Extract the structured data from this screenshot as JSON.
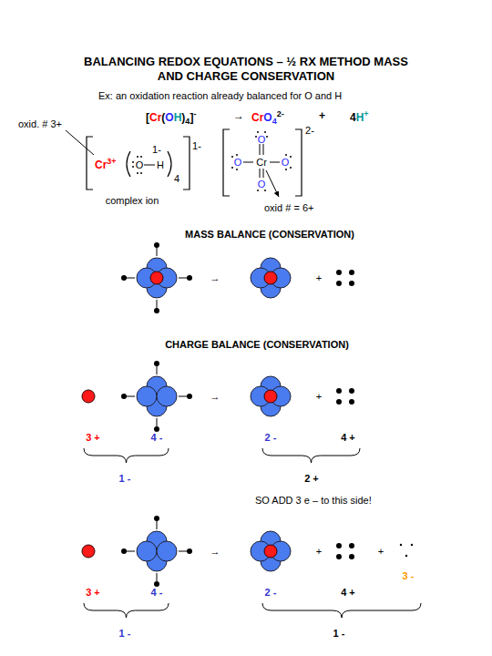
{
  "diagram": {
    "title": "BALANCING REDOX EQUATIONS – ½ RX METHOD MASS AND CHARGE CONSERVATION",
    "labels": [
      "Ex:  an oxidation reaction already balanced for O and H",
      "[",
      "Cr",
      "(",
      "O",
      "H",
      ")",
      "4",
      "]",
      "-",
      "→",
      "Cr",
      "O",
      "4",
      "2-",
      "+",
      "4",
      "H",
      "+",
      "oxid. # 3+",
      "Cr",
      "3+",
      "O",
      "H",
      "1-",
      "4",
      "1-",
      "complex ion",
      "O",
      "O",
      "Cr",
      "O",
      "O",
      "2-",
      "oxid # = 6+",
      "MASS BALANCE (CONSERVATION)",
      "→",
      "+",
      "CHARGE BALANCE (CONSERVATION)",
      "→",
      "+",
      "3 +",
      "4 -",
      "2 -",
      "4 +",
      "1 -",
      "2 +",
      "SO ADD 3 e – to this side!",
      "→",
      "+",
      "+",
      "3 +",
      "4 -",
      "2 -",
      "4 +",
      "3 -",
      "1 -",
      "1 -"
    ]
  }
}
